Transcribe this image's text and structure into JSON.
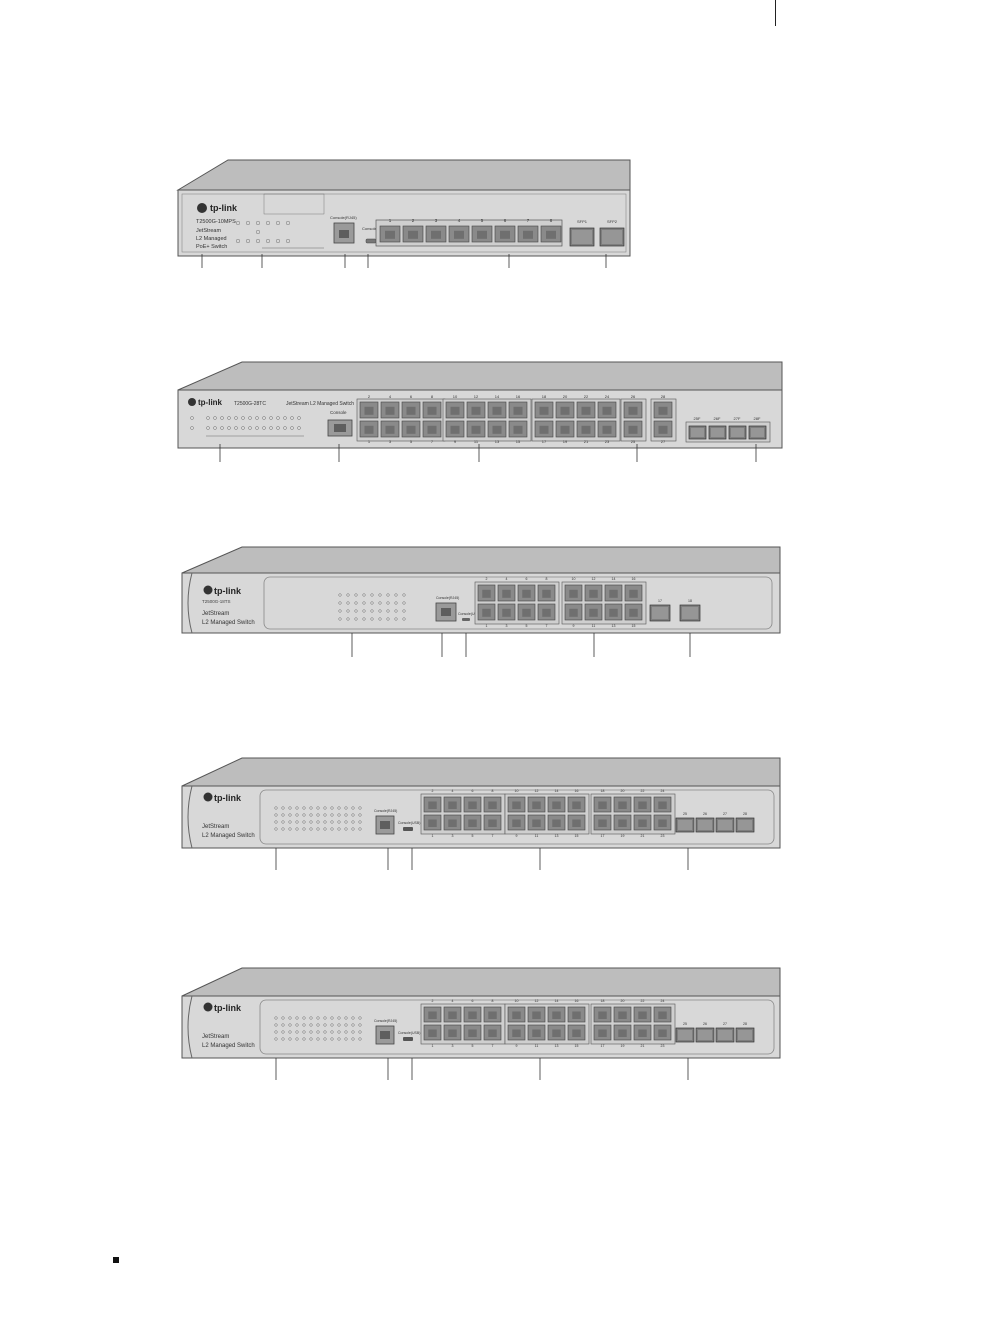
{
  "switches": [
    {
      "brand": "tp-link",
      "model": "T2500G-10MPS",
      "lines": [
        "JetStream",
        "L2 Managed",
        "PoE+ Switch"
      ],
      "console_label": "Console(RJ45)",
      "mini_label": "Console (USB)",
      "rj45_numbers": [
        "1",
        "2",
        "3",
        "4",
        "5",
        "6",
        "7",
        "8"
      ],
      "sfp_labels": [
        "SFP1",
        "SFP2"
      ]
    },
    {
      "brand": "tp-link",
      "model": "T2500G-28TC",
      "lines": [
        "JetStream L2 Managed Switch"
      ],
      "console_label": "Console",
      "rj45_top_numbers": [
        "2",
        "4",
        "6",
        "8",
        "10",
        "12",
        "14",
        "16",
        "18",
        "20",
        "22",
        "24",
        "26",
        "28"
      ],
      "rj45_bottom_numbers": [
        "1",
        "3",
        "5",
        "7",
        "9",
        "11",
        "13",
        "15",
        "17",
        "19",
        "21",
        "23",
        "25",
        "27"
      ],
      "sfp_labels": [
        "25F",
        "26F",
        "27F",
        "28F"
      ]
    },
    {
      "brand": "tp-link",
      "model": "T2500G-18TS",
      "lines": [
        "JetStream",
        "L2 Managed Switch"
      ],
      "console_label": "Console(RJ45)",
      "mini_label": "Console(USB)",
      "rj45_top_numbers": [
        "2",
        "4",
        "6",
        "8",
        "10",
        "12",
        "14",
        "16"
      ],
      "rj45_bottom_numbers": [
        "1",
        "3",
        "5",
        "7",
        "9",
        "11",
        "13",
        "15"
      ],
      "sfp_labels": [
        "17",
        "18"
      ]
    },
    {
      "brand": "tp-link",
      "lines": [
        "JetStream",
        "L2 Managed Switch"
      ],
      "console_label": "Console(RJ45)",
      "mini_label": "Console(USB)",
      "rj45_top_numbers": [
        "2",
        "4",
        "6",
        "8",
        "10",
        "12",
        "14",
        "16",
        "18",
        "20",
        "22",
        "24"
      ],
      "rj45_bottom_numbers": [
        "1",
        "3",
        "5",
        "7",
        "9",
        "11",
        "13",
        "15",
        "17",
        "19",
        "21",
        "23"
      ],
      "sfp_labels": [
        "25",
        "26",
        "27",
        "28"
      ]
    },
    {
      "brand": "tp-link",
      "lines": [
        "JetStream",
        "L2 Managed Switch"
      ],
      "console_label": "Console(RJ45)",
      "mini_label": "Console(USB)",
      "rj45_top_numbers": [
        "2",
        "4",
        "6",
        "8",
        "10",
        "12",
        "14",
        "16",
        "18",
        "20",
        "22",
        "24"
      ],
      "rj45_bottom_numbers": [
        "1",
        "3",
        "5",
        "7",
        "9",
        "11",
        "13",
        "15",
        "17",
        "19",
        "21",
        "23"
      ],
      "sfp_labels": [
        "25",
        "26",
        "27",
        "28"
      ]
    }
  ],
  "colors": {
    "chassis": "#d6d6d6",
    "chassis_top": "#b9b9b9",
    "outline": "#555555",
    "port": "#8a8a8a",
    "port_dark": "#6f6f6f",
    "callout": "#333333"
  }
}
